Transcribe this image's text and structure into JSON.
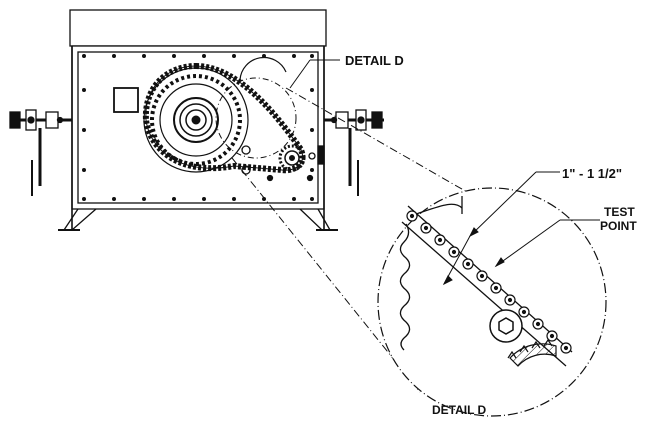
{
  "labels": {
    "detail_callout": "DETAIL D",
    "dimension": "1\" - 1 1/2\"",
    "test_point_line1": "TEST",
    "test_point_line2": "POINT",
    "detail_caption": "DETAIL D"
  },
  "colors": {
    "line": "#111111",
    "background": "#ffffff"
  }
}
